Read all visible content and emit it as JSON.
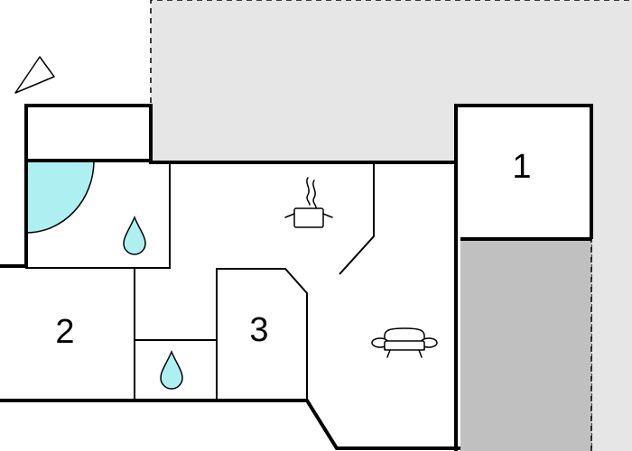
{
  "floorplan": {
    "rooms": [
      {
        "id": "room-1",
        "label": "1"
      },
      {
        "id": "room-2",
        "label": "2"
      },
      {
        "id": "room-3",
        "label": "3"
      }
    ],
    "icons": [
      {
        "name": "north-arrow-icon"
      },
      {
        "name": "bathtub-icon"
      },
      {
        "name": "water-drop-icon"
      },
      {
        "name": "kitchen-pot-icon"
      },
      {
        "name": "sofa-icon"
      }
    ],
    "colors": {
      "outdoor_area": "#e6e6e6",
      "covered_area": "#c0c0c0",
      "bathtub": "#aef0f2",
      "water_drop": "#aef0f2",
      "walls": "#000000"
    }
  }
}
